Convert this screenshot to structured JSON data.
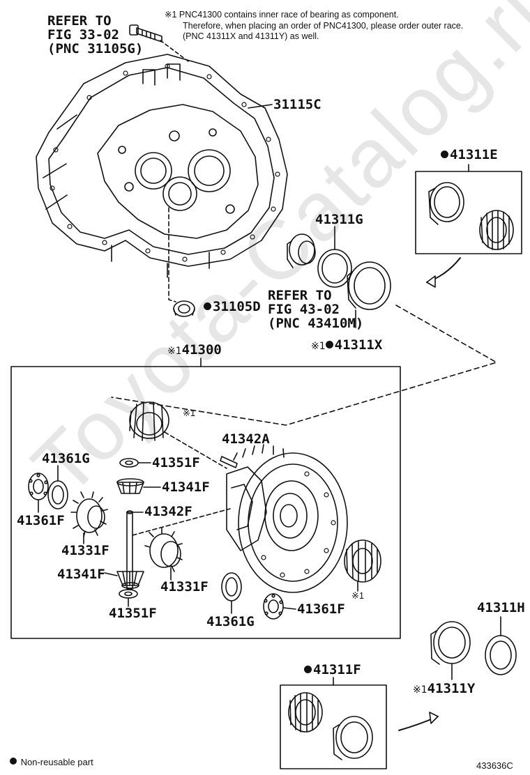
{
  "header_note": {
    "line1": "※1 PNC41300 contains inner race of bearing as component.",
    "line2": "Therefore, when placing an order of PNC41300, please order outer race.",
    "line3": "(PNC 41311X and 41311Y) as well."
  },
  "refer_33": {
    "l1": "REFER TO",
    "l2": "FIG 33-02",
    "l3": "(PNC 31105G)"
  },
  "refer_43": {
    "l1": "REFER TO",
    "l2": "FIG 43-02",
    "l3": "(PNC 43410M)"
  },
  "watermark": "Toyota-Catalog.ru",
  "labels": {
    "p31115C": "31115C",
    "p31105D": "31105D",
    "p41311E": "41311E",
    "p41311G": "41311G",
    "p41311X": "41311X",
    "p41300": "41300",
    "p41342A": "41342A",
    "p41361G_top": "41361G",
    "p41351F_top": "41351F",
    "p41341F_top": "41341F",
    "p41342F": "41342F",
    "p41361F_left": "41361F",
    "p41331F_left": "41331F",
    "p41341F_bottom": "41341F",
    "p41331F_right": "41331F",
    "p41351F_bottom": "41351F",
    "p41361G_bottom": "41361G",
    "p41361F_right": "41361F",
    "p41311H": "41311H",
    "p41311Y": "41311Y",
    "p41311F": "41311F"
  },
  "marks": {
    "m1": "※1",
    "m1_a": "※1",
    "m1_b": "※1",
    "m1_c": "※1",
    "m1_d": "※1",
    "m1_e": "※1"
  },
  "legend": {
    "text": "Non-reusable part"
  },
  "fig_code": "433636C"
}
